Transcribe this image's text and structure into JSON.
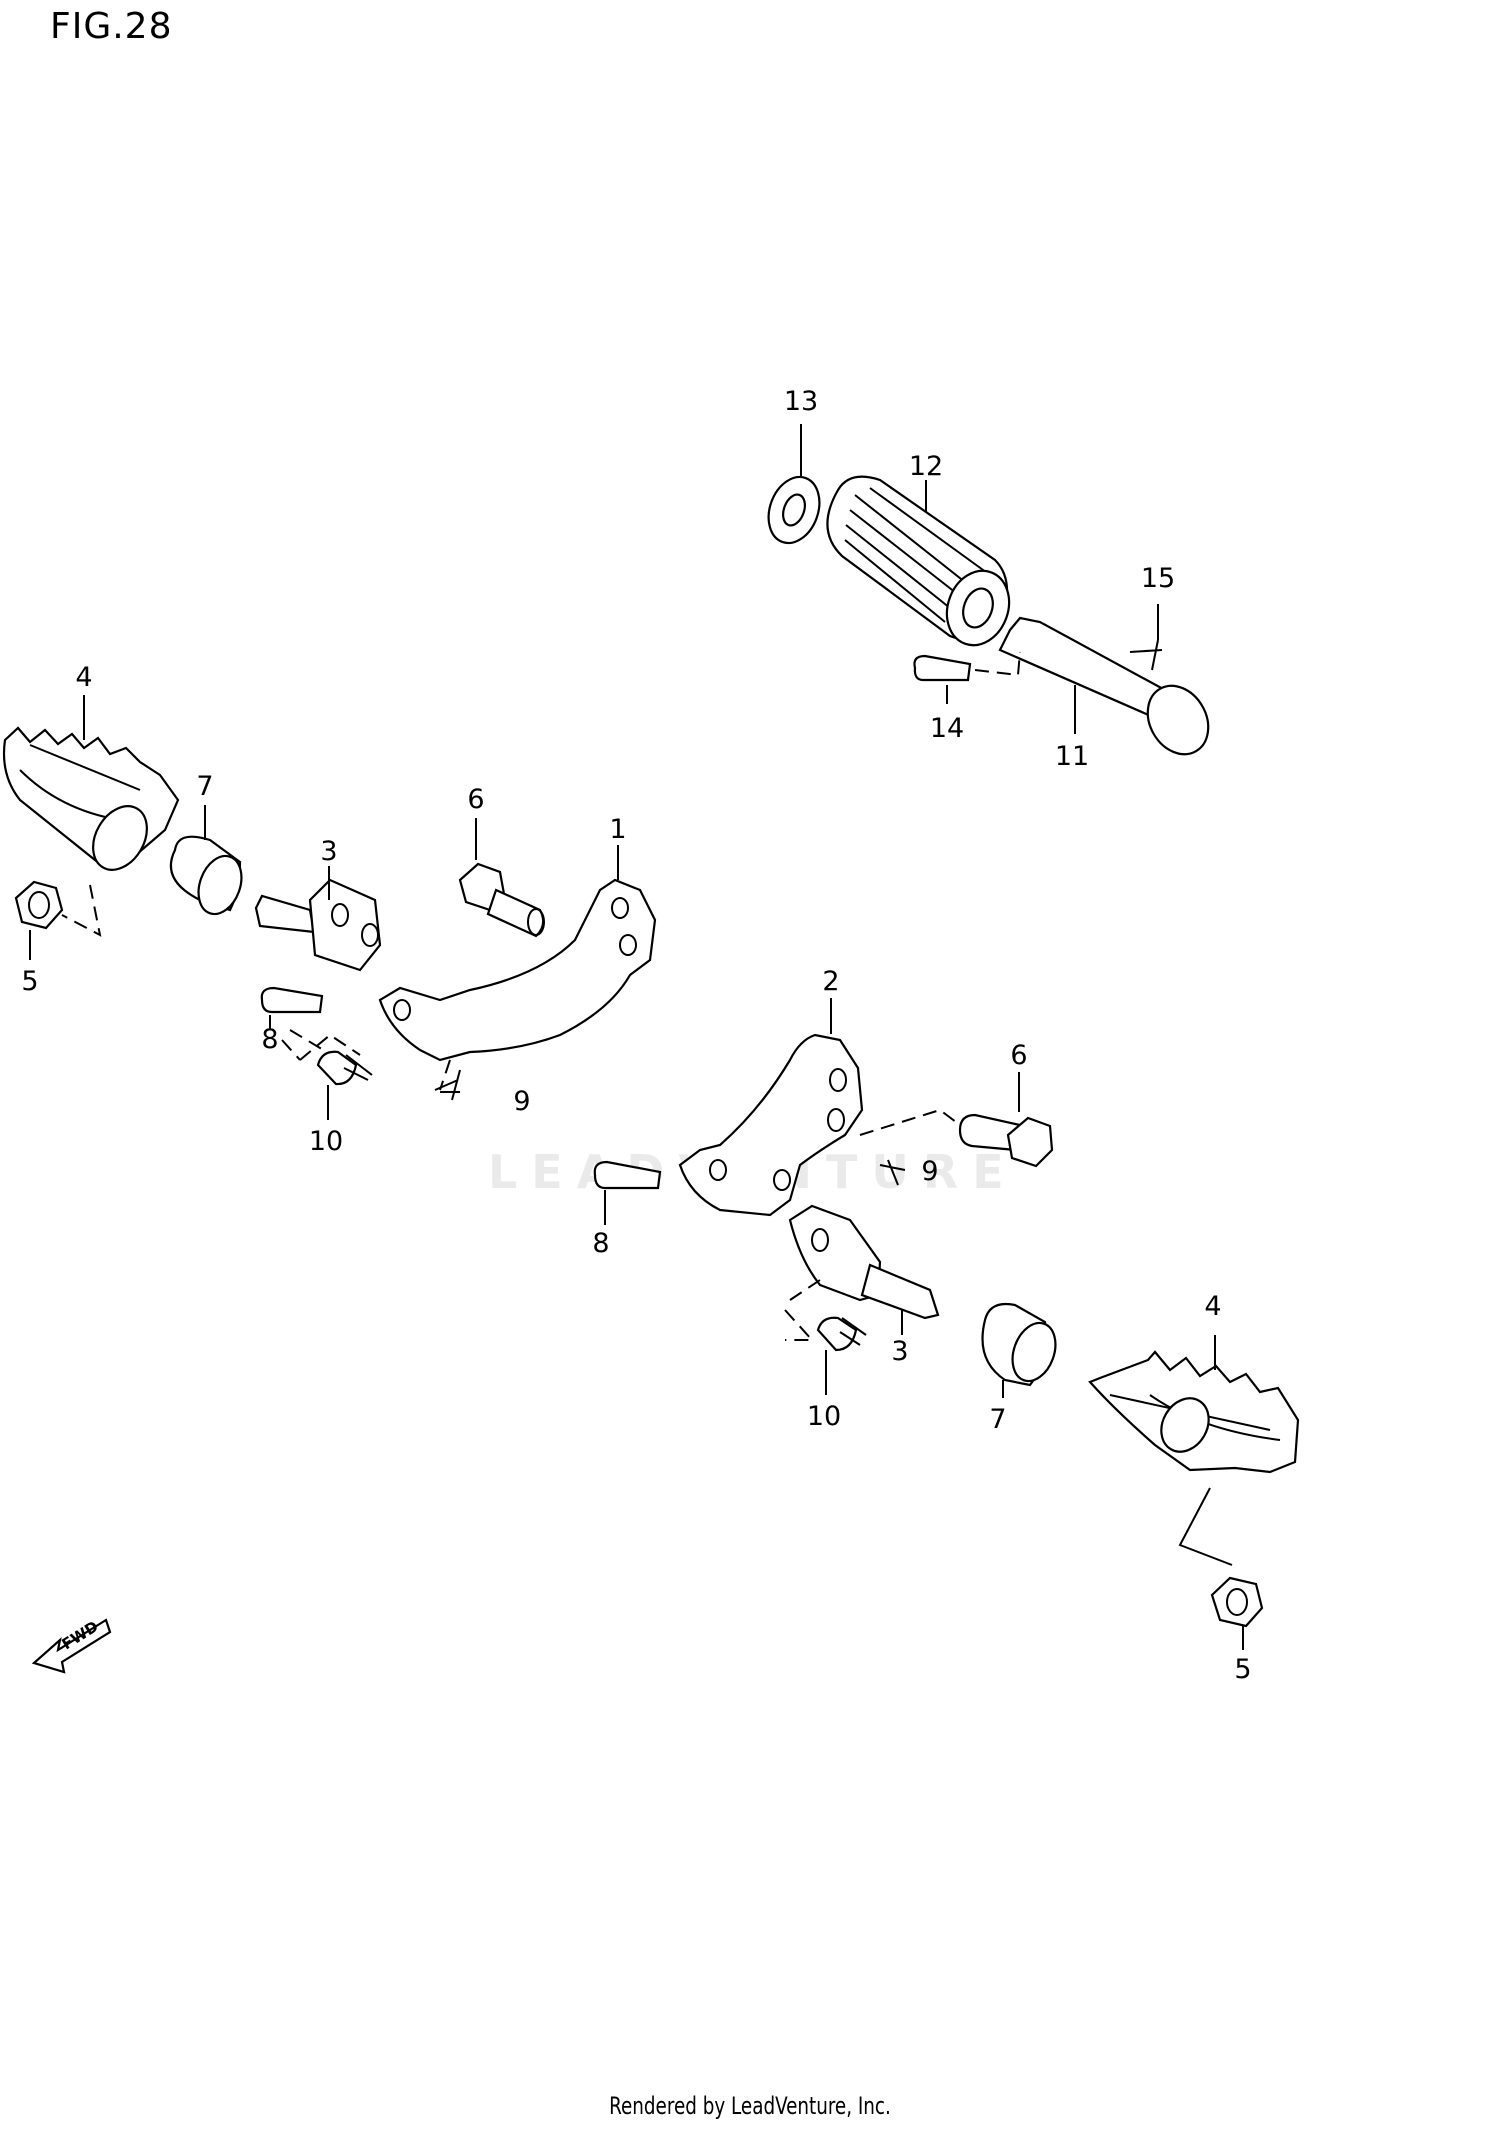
{
  "figure": {
    "title": "FIG.28"
  },
  "footer": {
    "text": "Rendered by LeadVenture, Inc."
  },
  "watermark": {
    "text": "LEADVENTURE"
  },
  "callouts": {
    "c1": "1",
    "c2": "2",
    "c3a": "3",
    "c3b": "3",
    "c4a": "4",
    "c4b": "4",
    "c5a": "5",
    "c5b": "5",
    "c6a": "6",
    "c6b": "6",
    "c7a": "7",
    "c7b": "7",
    "c8a": "8",
    "c8b": "8",
    "c9a": "9",
    "c9b": "9",
    "c10a": "10",
    "c10b": "10",
    "c11": "11",
    "c12": "12",
    "c13": "13",
    "c14": "14",
    "c15": "15"
  },
  "fwd": {
    "label": "FWD"
  }
}
